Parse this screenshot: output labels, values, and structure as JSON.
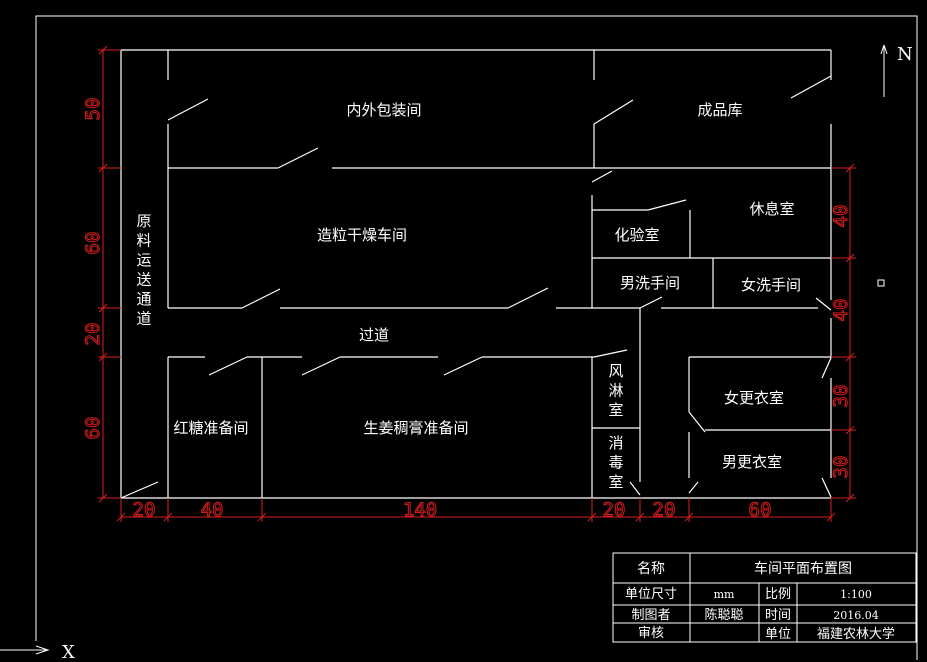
{
  "rooms": {
    "packaging": "内外包装间",
    "finished_goods": "成品库",
    "granulation_drying": "造粒干燥车间",
    "lab": "化验室",
    "lounge": "休息室",
    "mens_washroom": "男洗手间",
    "womens_washroom": "女洗手间",
    "corridor": "过道",
    "brown_sugar_prep": "红糖准备间",
    "ginger_paste_prep": "生姜稠膏准备间",
    "womens_locker": "女更衣室",
    "mens_locker": "男更衣室"
  },
  "vertical_labels": {
    "raw_material_channel": [
      "原",
      "料",
      "运",
      "送",
      "通",
      "道"
    ],
    "air_shower": [
      "风",
      "淋",
      "室"
    ],
    "disinfection": [
      "消",
      "毒",
      "室"
    ]
  },
  "dimensions": {
    "left": [
      "50",
      "60",
      "20",
      "60"
    ],
    "right": [
      "40",
      "40",
      "30",
      "30"
    ],
    "bottom": [
      "20",
      "40",
      "140",
      "20",
      "20",
      "60"
    ]
  },
  "north_label": "N",
  "axis_label": "X",
  "title_block": {
    "name_label": "名称",
    "name_value": "车间平面布置图",
    "unit_size_label": "单位尺寸",
    "unit_size_value": "mm",
    "scale_label": "比例",
    "scale_value": "1:100",
    "drawn_by_label": "制图者",
    "drawn_by_value": "陈聪聪",
    "time_label": "时间",
    "time_value": "2016.04",
    "review_label": "审核",
    "review_value": "",
    "org_label": "单位",
    "org_value": "福建农林大学"
  },
  "colors": {
    "background": "#000000",
    "walls": "#ffffff",
    "dimensions": "#d81e1e"
  }
}
